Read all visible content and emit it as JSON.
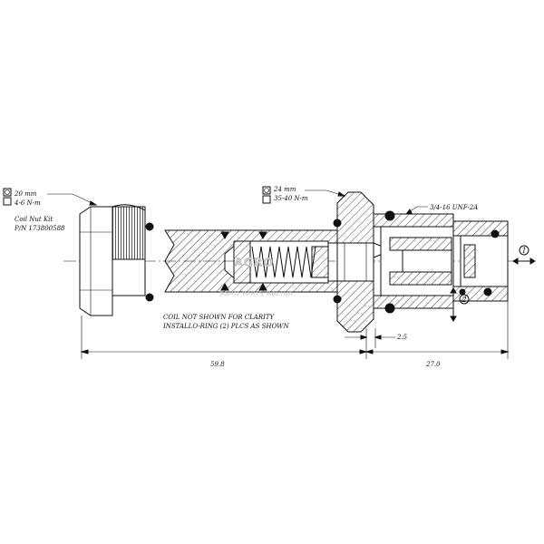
{
  "labels": {
    "coil_nut_size": "20 mm",
    "coil_nut_torque": "4-6 N-m",
    "coil_nut_kit": "Coil Nut Kit",
    "coil_nut_pn": "P/N 173800588",
    "body_size": "24 mm",
    "body_torque": "35-40 N-m",
    "thread": "3/4-16  UNF-2A",
    "note_line1": "COIL NOT SHOWN FOR CLARITY",
    "note_line2": "INSTALLO-RING (2) PLCS AS SHOWN",
    "watermark_line1": "AGRO",
    "watermark_line2": "AGRO PARTS BALTIJA"
  },
  "dimensions": {
    "overall_left": "59.8",
    "overall_right": "27.0",
    "small_gap": "2.5"
  },
  "ports": {
    "port1": "1",
    "port2": "2"
  }
}
